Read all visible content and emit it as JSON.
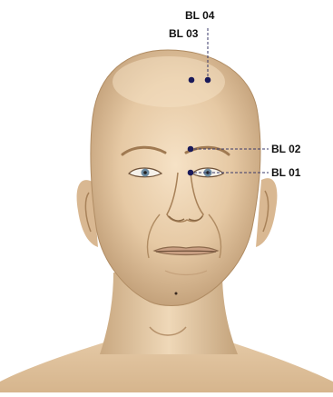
{
  "points": [
    {
      "id": "BL 01",
      "label": "BL 01"
    },
    {
      "id": "BL 02",
      "label": "BL 02"
    },
    {
      "id": "BL 03",
      "label": "BL 03"
    },
    {
      "id": "BL 04",
      "label": "BL 04"
    }
  ],
  "colors": {
    "skin": "#e8cdaa",
    "skin_shadow": "#b99770",
    "skin_highlight": "#f7e6cc",
    "point": "#1a1a5a",
    "leader_line": "#3a3a6a",
    "label_text": "#111111"
  }
}
